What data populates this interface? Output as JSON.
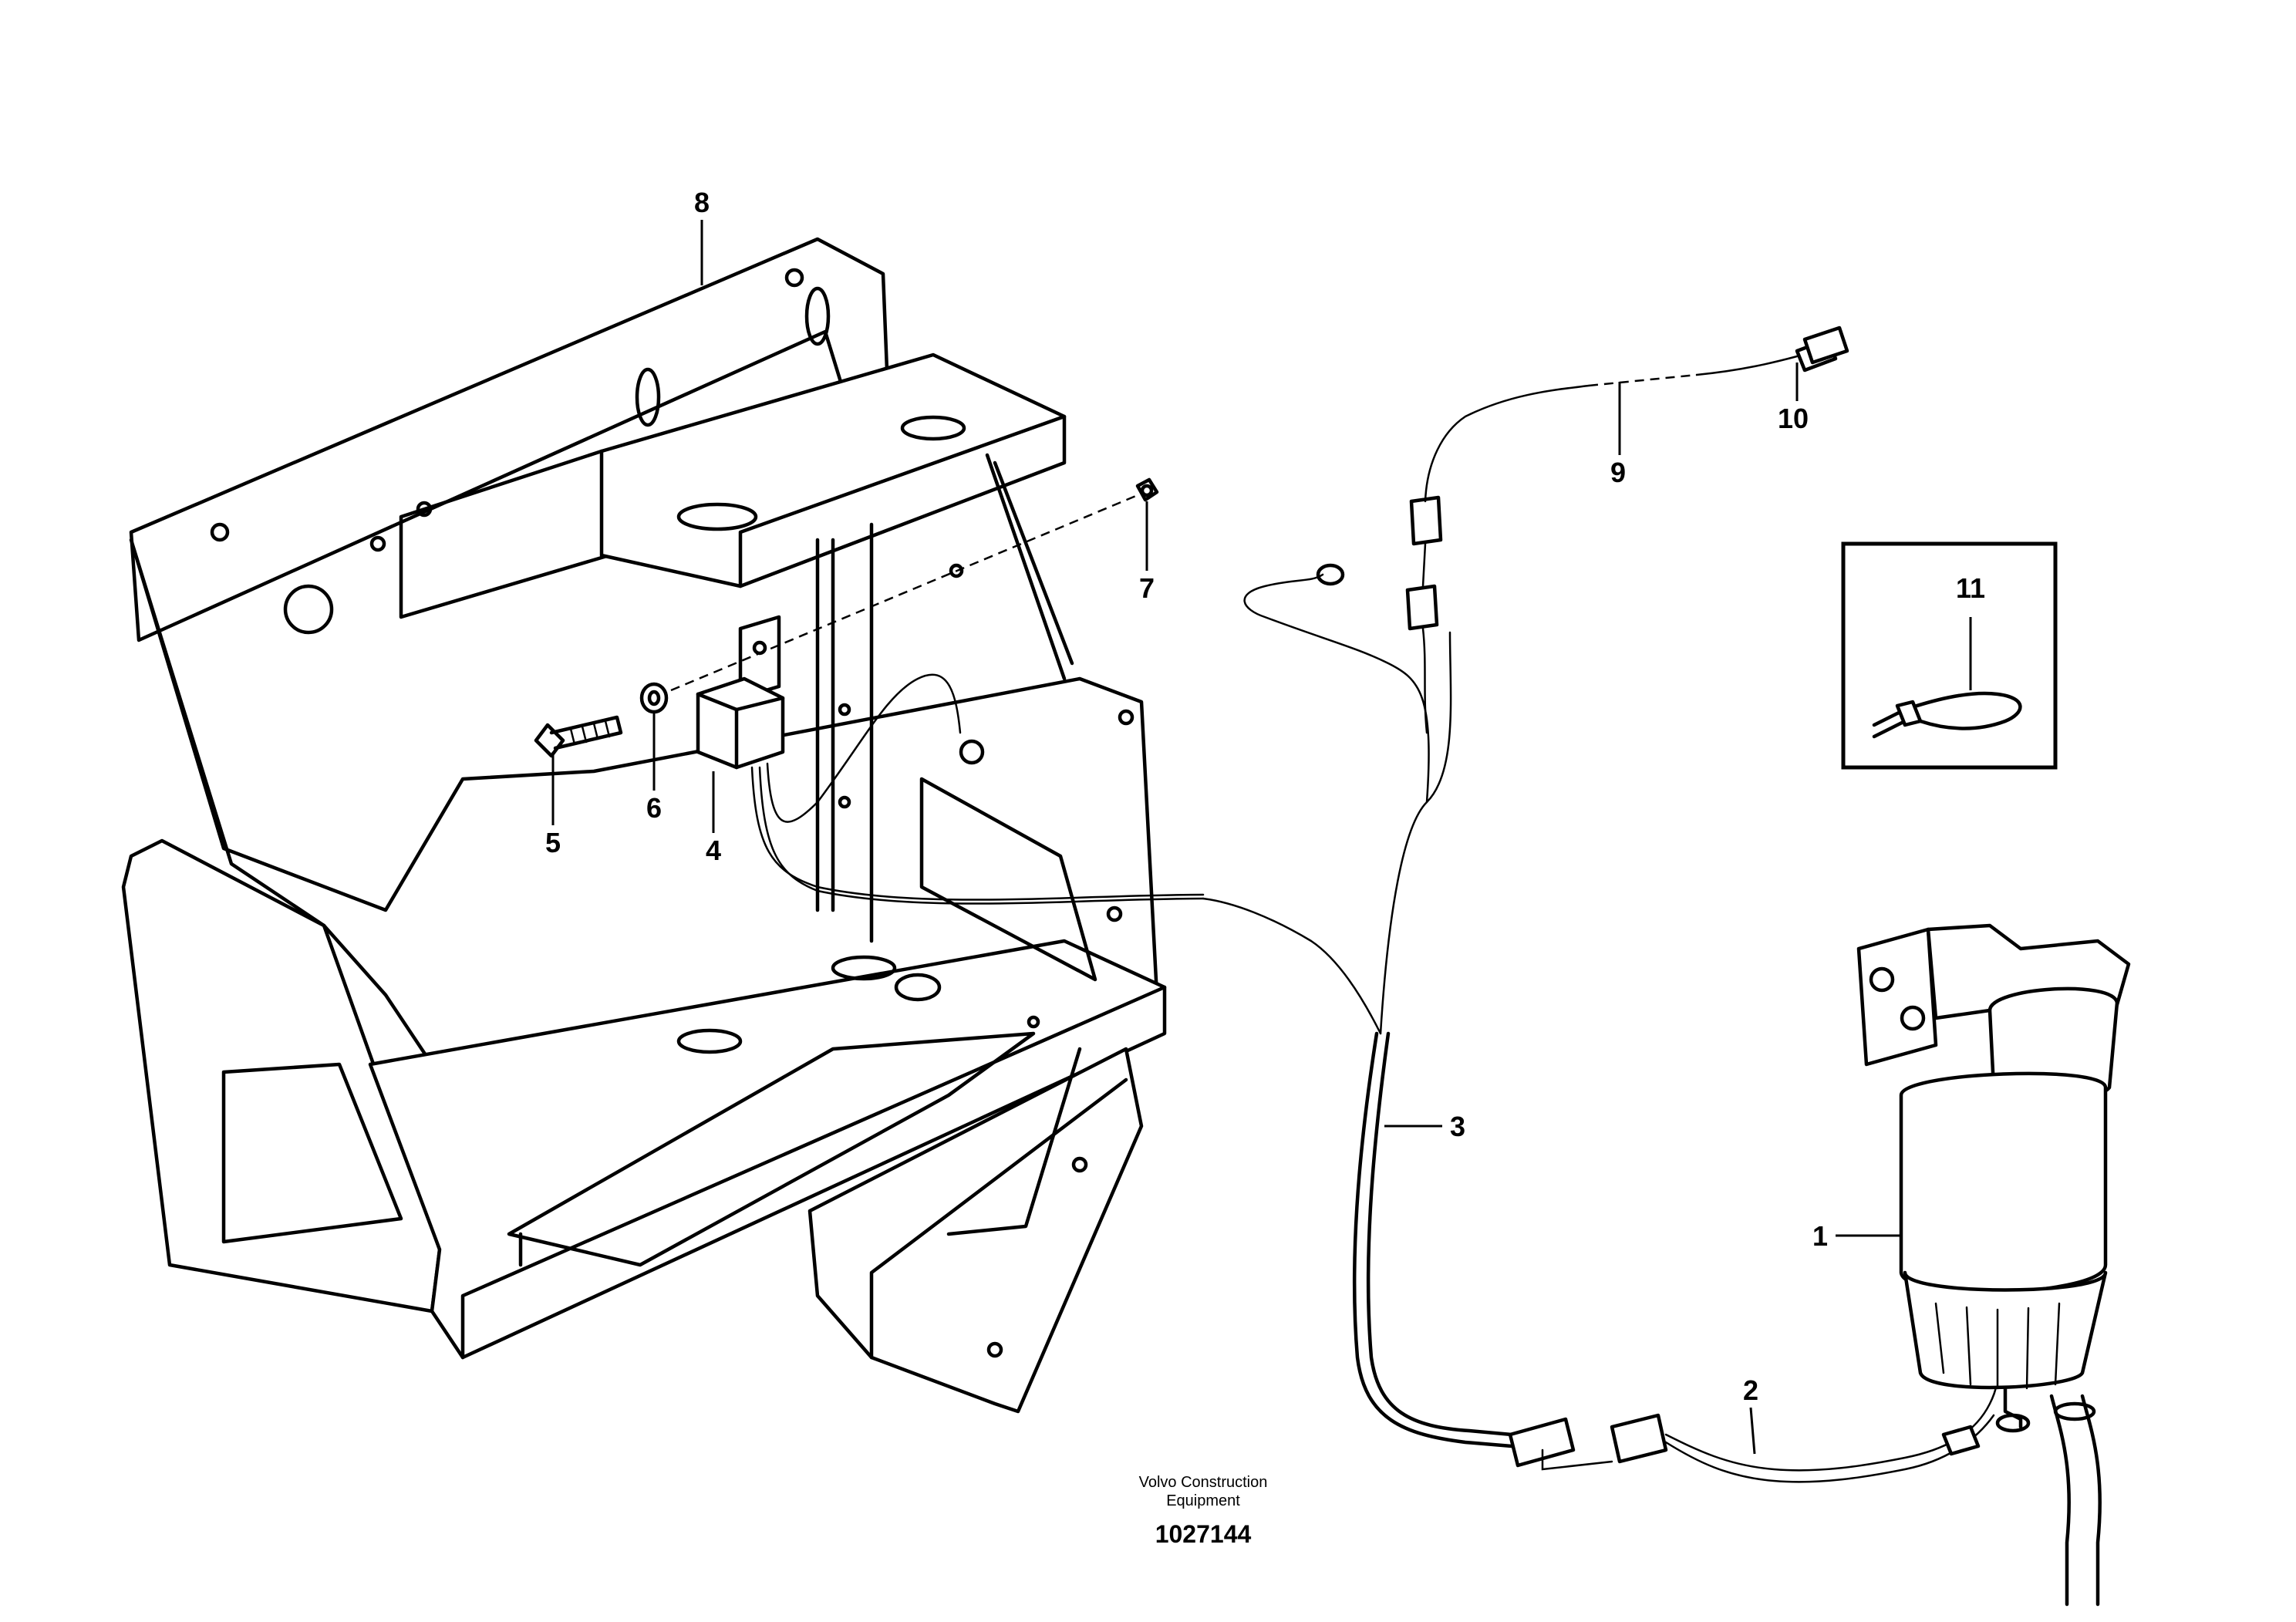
{
  "callouts": {
    "c1": "1",
    "c2": "2",
    "c3": "3",
    "c4": "4",
    "c5": "5",
    "c6": "6",
    "c7": "7",
    "c8": "8",
    "c9": "9",
    "c10": "10",
    "c11": "11"
  },
  "footer": {
    "brand_line1": "Volvo Construction",
    "brand_line2": "Equipment",
    "doc_number": "1027144"
  },
  "colors": {
    "line": "#000000",
    "background": "#ffffff"
  }
}
